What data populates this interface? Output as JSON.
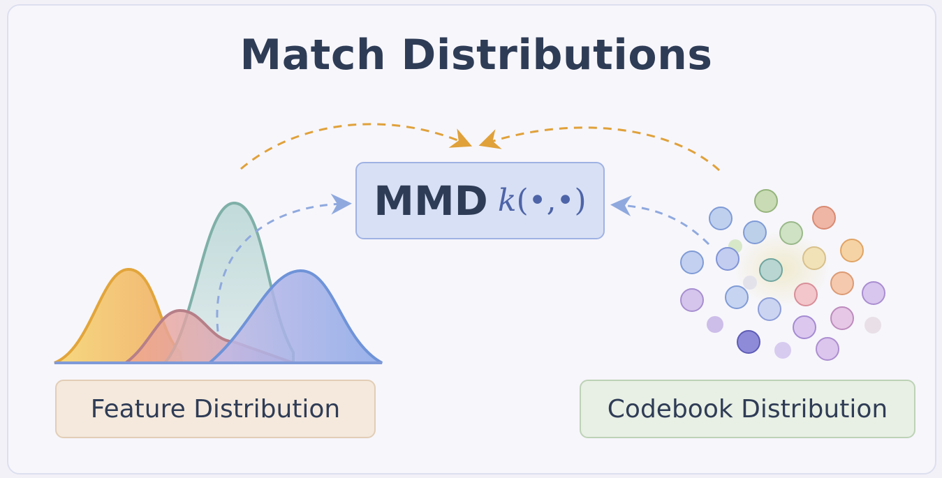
{
  "title": "Match Distributions",
  "center": {
    "label": "MMD",
    "kernel": "k(•,•)"
  },
  "feature_label": "Feature Distribution",
  "codebook_label": "Codebook Distribution",
  "colors": {
    "title_text": "#2f3c56",
    "orange_arrow": "#e0a13a",
    "blue_arrow": "#8fa9de",
    "mmd_fill": "#d8e0f5",
    "mmd_border": "#9fb2e3"
  }
}
